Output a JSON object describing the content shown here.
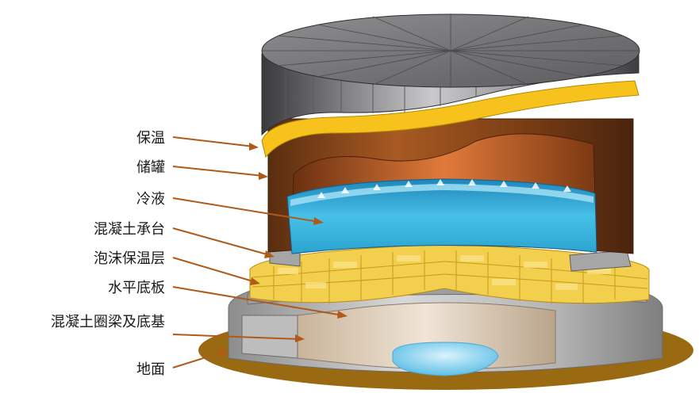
{
  "labels": {
    "insulation": "保温",
    "tank": "储罐",
    "cold_liquid": "冷液",
    "concrete_platform": "混凝土承台",
    "foam_insulation_layer": "泡沫保温层",
    "horizontal_base_plate": "水平底板",
    "ring_beam_and_foundation": "混凝土圈梁及底基",
    "ground": "地面"
  },
  "colors": {
    "leader": "#b05a1a",
    "roof": "#6e6e70",
    "insulation": "#f7c21c",
    "tank_wall": "#8a4a1c",
    "liquid": "#2aa3d0",
    "foam": "#f3cf4e",
    "concrete": "#a9a9a9",
    "ground": "#9a6a12",
    "water": "#8fd3f0"
  }
}
